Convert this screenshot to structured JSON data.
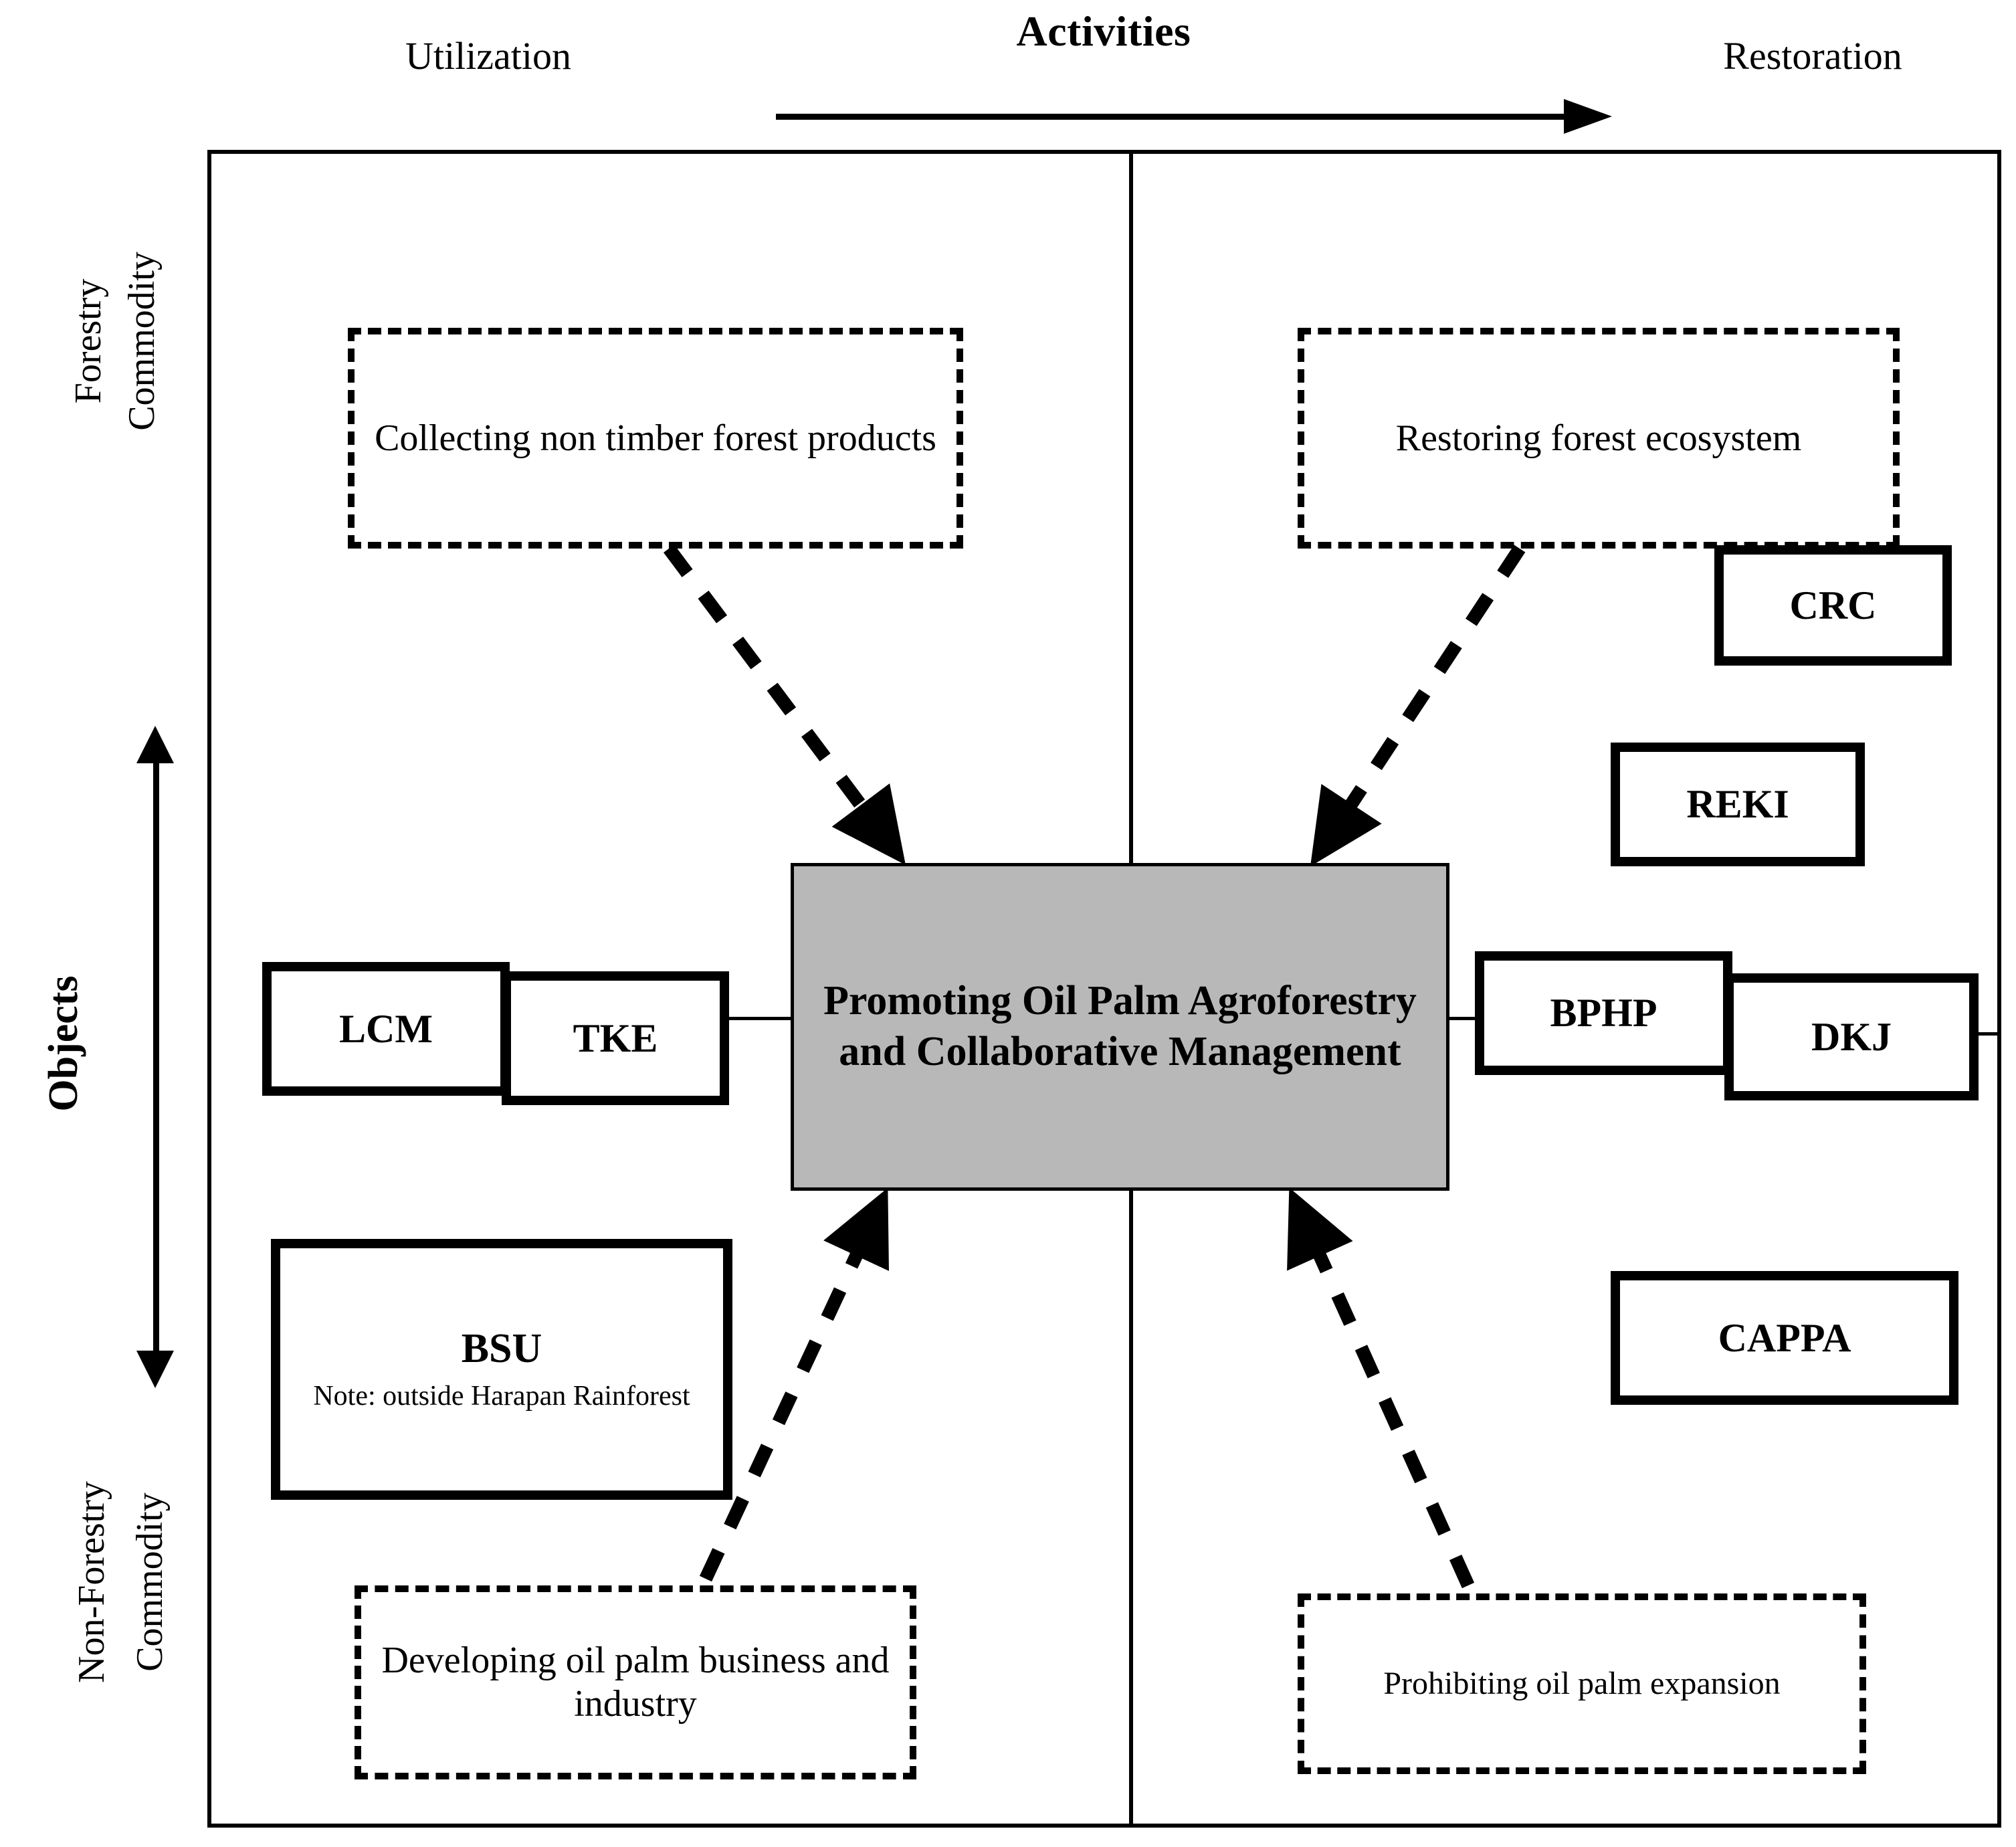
{
  "axes": {
    "top_title": "Activities",
    "top_left": "Utilization",
    "top_right": "Restoration",
    "left_title": "Objects",
    "left_top_line1": "Forestry",
    "left_top_line2": "Commodity",
    "left_bottom_line1": "Non-Forestry",
    "left_bottom_line2": "Commodity"
  },
  "goal": {
    "label": "Promoting Oil Palm Agroforestry and Collaborative Management",
    "fill_color": "#b8b8b8"
  },
  "activities": [
    {
      "id": "collecting-ntfp",
      "label": "Collecting non timber forest products",
      "quadrant": "utilization-forestry"
    },
    {
      "id": "restoring-forest-ecosystem",
      "label": "Restoring forest ecosystem",
      "quadrant": "restoration-forestry"
    },
    {
      "id": "developing-oil-palm",
      "label": "Developing oil palm business and industry",
      "quadrant": "utilization-nonforestry"
    },
    {
      "id": "prohibiting-oil-palm",
      "label": "Prohibiting oil palm expansion",
      "quadrant": "restoration-nonforestry"
    }
  ],
  "actors": [
    {
      "id": "crc",
      "label": "CRC"
    },
    {
      "id": "reki",
      "label": "REKI"
    },
    {
      "id": "bphp",
      "label": "BPHP"
    },
    {
      "id": "dkj",
      "label": "DKJ"
    },
    {
      "id": "cappa",
      "label": "CAPPA"
    },
    {
      "id": "lcm",
      "label": "LCM"
    },
    {
      "id": "tke",
      "label": "TKE"
    },
    {
      "id": "bsu",
      "label": "BSU",
      "note": "Note: outside Harapan Rainforest"
    }
  ],
  "colors": {
    "line": "#000000",
    "background": "#ffffff",
    "goal_fill": "#b8b8b8"
  }
}
